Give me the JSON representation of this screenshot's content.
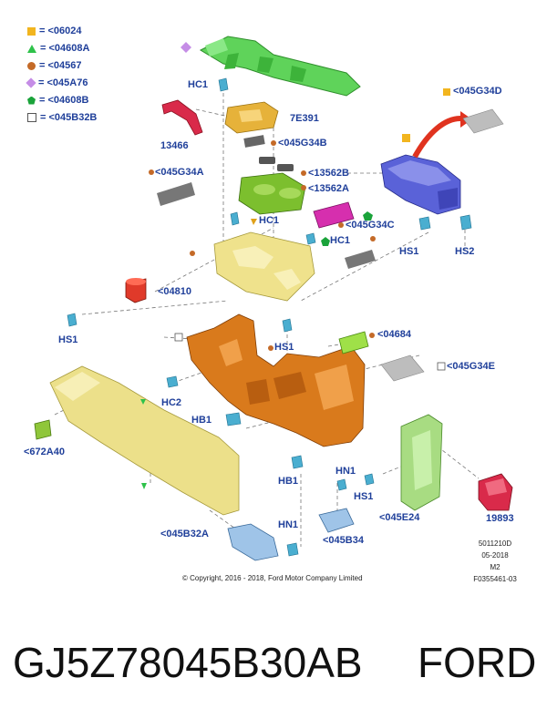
{
  "legend": [
    {
      "symbol": "square",
      "text": "= <06024"
    },
    {
      "symbol": "triangle",
      "text": "= <04608A"
    },
    {
      "symbol": "circle",
      "text": "= <04567"
    },
    {
      "symbol": "diamond",
      "text": "= <045A76"
    },
    {
      "symbol": "pentagon",
      "text": "= <04608B"
    },
    {
      "symbol": "box",
      "text": "= <045B32B"
    }
  ],
  "labels": {
    "hc1_top": "HC1",
    "p13466": "13466",
    "p7e391": "7E391",
    "p045g34b": "<045G34B",
    "p13562b": "<13562B",
    "p13562a": "<13562A",
    "p045g34a": "<045G34A",
    "hc1_mid": "HC1",
    "hc1_right": "HC1",
    "p045g34c": "<045G34C",
    "p045g34d": "<045G34D",
    "hs1_right": "HS1",
    "hs2": "HS2",
    "p04810": "<04810",
    "hs1_left": "HS1",
    "hs1_center": "HS1",
    "p04684": "<04684",
    "p045g34e": "<045G34E",
    "hc2": "HC2",
    "hb1_left": "HB1",
    "p672a40": "<672A40",
    "hb1_bottom": "HB1",
    "hn1_top": "HN1",
    "hs1_bottom": "HS1",
    "p045e24": "<045E24",
    "p19893": "19893",
    "p045b32a": "<045B32A",
    "hn1_bottom": "HN1",
    "p045b34": "<045B34"
  },
  "copyright": "© Copyright, 2016 - 2018, Ford Motor Company Limited",
  "meta": {
    "code": "5011210D",
    "date": "05-2018",
    "rev": "M2",
    "ref": "F0355461-03"
  },
  "footer": {
    "part_number": "GJ5Z78045B30AB",
    "brand": "FORD"
  },
  "colors": {
    "label": "#1f3f9a",
    "green_frame": "#5fd35a",
    "orange_bracket": "#d97a1c",
    "yellow_panel": "#ece08a",
    "blue_lid": "#5a62d8",
    "pink_trim": "#d92a6a"
  }
}
